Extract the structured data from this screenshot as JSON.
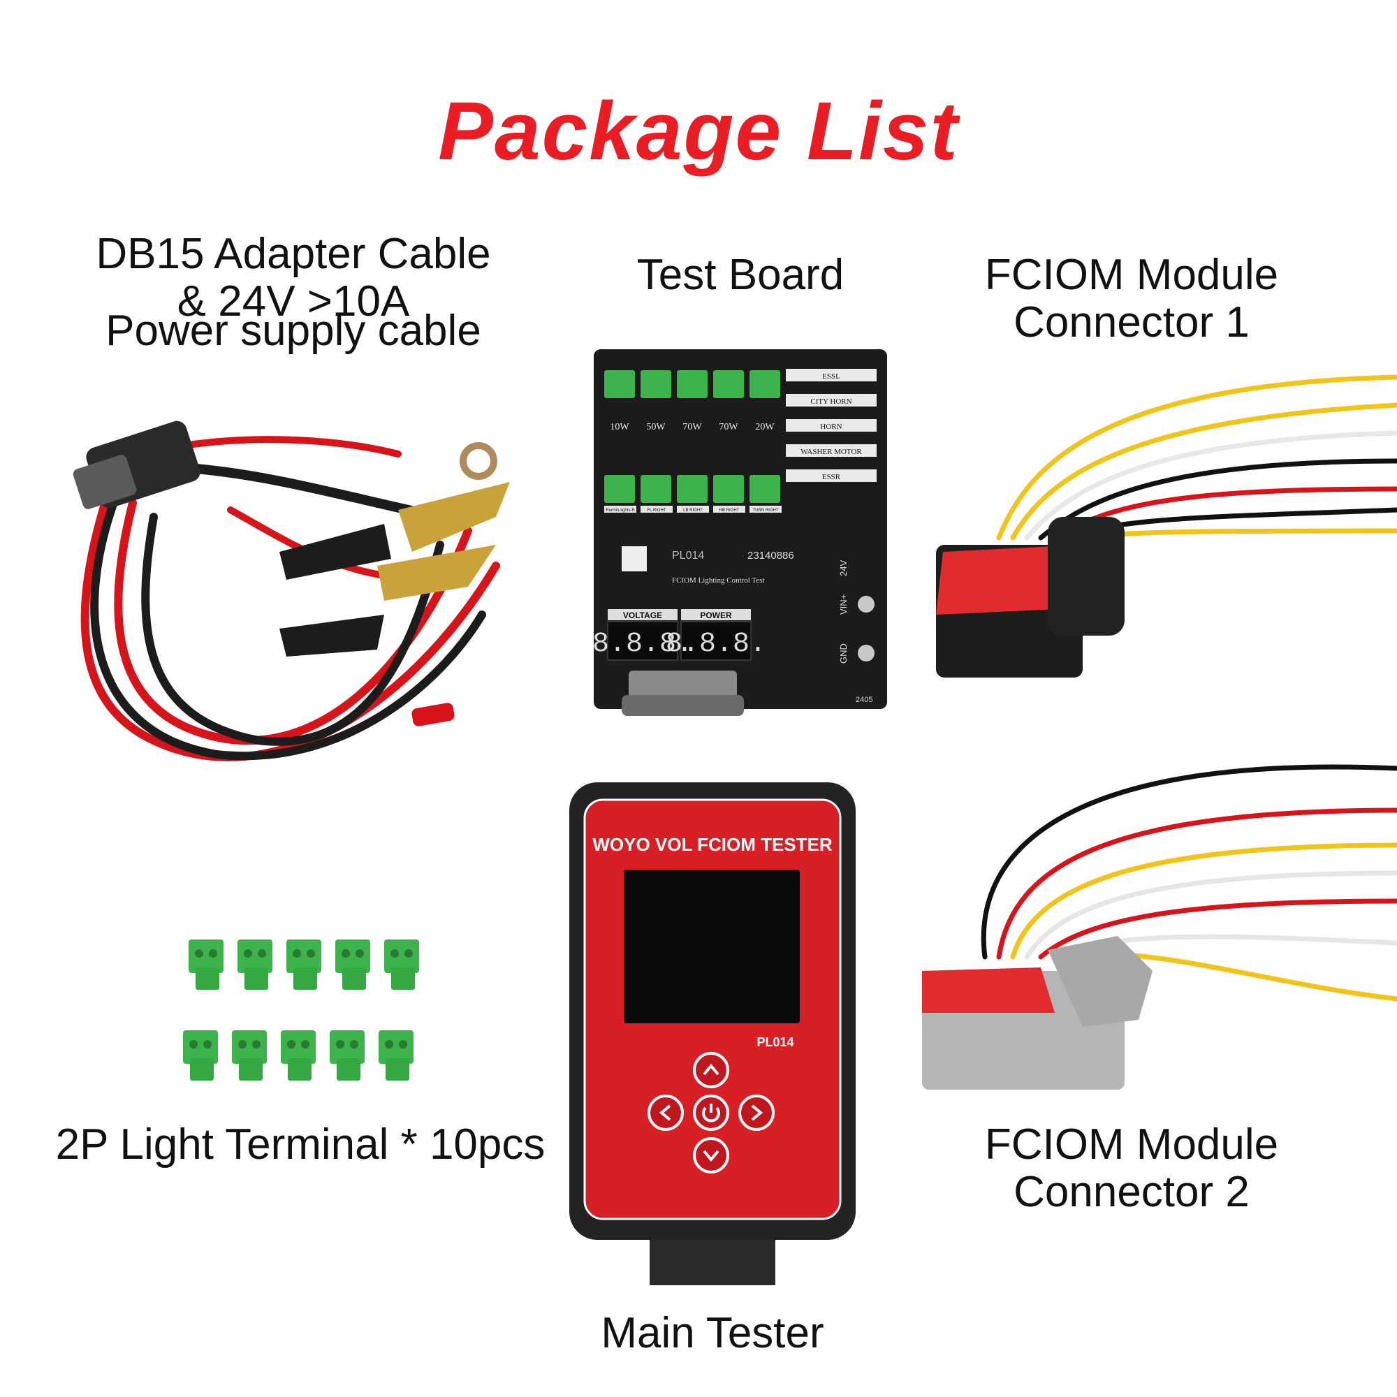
{
  "title": "Package List",
  "items": {
    "db15": {
      "line1": "DB15 Adapter Cable",
      "line2": "& 24V >10A",
      "line3": "Power supply cable"
    },
    "test_board": {
      "label": "Test Board"
    },
    "connector1": {
      "line1": "FCIOM Module",
      "line2": "Connector 1"
    },
    "connector2": {
      "line1": "FCIOM Module",
      "line2": "Connector 2"
    },
    "terminals": {
      "label": "2P Light Terminal * 10pcs"
    },
    "main_tester": {
      "label": "Main Tester"
    }
  },
  "board": {
    "watts": [
      "10W",
      "50W",
      "70W",
      "70W",
      "20W"
    ],
    "relays": [
      "ESSL",
      "CITY HORN",
      "HORN",
      "WASHER MOTOR",
      "ESSR"
    ],
    "bottom_labels": [
      "Runnin-lights-R",
      "FL RIGHT",
      "LB RIGHT",
      "HB RIGHT",
      "TURN RIGHT"
    ],
    "model": "PL014",
    "serial": "23140886",
    "caption": "FCIOM Lighting Control Test",
    "voltage_label": "VOLTAGE",
    "power_label": "POWER",
    "display_left": "8.8.8.",
    "display_right": "8.8.8.",
    "vin": "VIN+",
    "v24": "24V",
    "gnd": "GND",
    "date_code": "2405"
  },
  "tester": {
    "brand": "WOYO VOL FCIOM TESTER",
    "model": "PL014"
  },
  "colors": {
    "title": "#ea1c24",
    "device_red": "#d81f26",
    "board": "#1b1b1b",
    "terminal_green": "#3cb44b"
  }
}
